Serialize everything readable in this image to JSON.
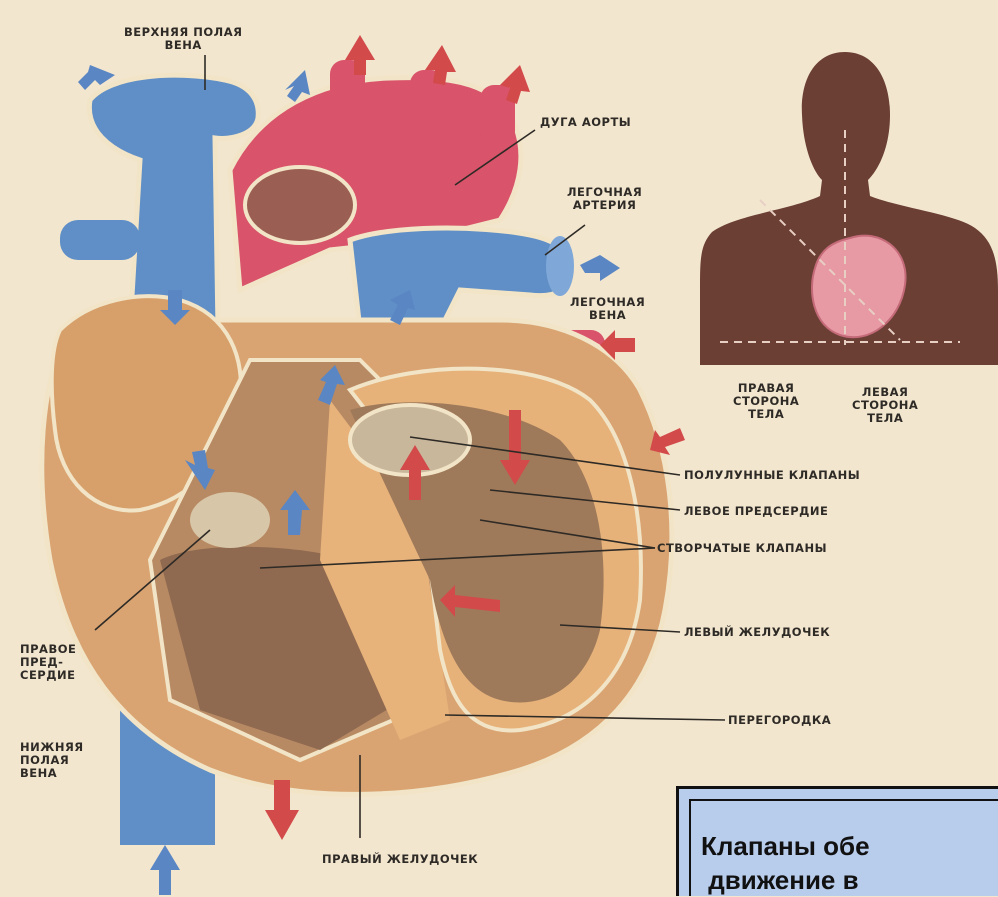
{
  "labels": {
    "svc": "ВЕРХНЯЯ ПОЛАЯ\nВЕНА",
    "aorta": "ДУГА АОРТЫ",
    "pulm_artery": "ЛЕГОЧНАЯ\nАРТЕРИЯ",
    "pulm_vein": "ЛЕГОЧНАЯ\nВЕНА",
    "right_side": "ПРАВАЯ\nСТОРОНА\nТЕЛА",
    "left_side": "ЛЕВАЯ\nСТОРОНА\nТЕЛА",
    "semilunar": "ПОЛУЛУННЫЕ КЛАПАНЫ",
    "left_atrium": "ЛЕВОЕ ПРЕДСЕРДИЕ",
    "cusp_valves": "СТВОРЧАТЫЕ КЛАПАНЫ",
    "left_ventricle": "ЛЕВЫЙ ЖЕЛУДОЧЕК",
    "septum": "ПЕРЕГОРОДКА",
    "right_atrium": "ПРАВОЕ\nПРЕД-\nСЕРДИЕ",
    "ivc": "НИЖНЯЯ\nПОЛАЯ\nВЕНА",
    "right_ventricle": "ПРАВЫЙ ЖЕЛУДОЧЕК"
  },
  "callout": {
    "text": "Клапаны обе\n движение в"
  },
  "colors": {
    "background": "#f3e6cf",
    "venous_blue": "#5f8fc6",
    "arterial_red": "#d9536a",
    "heart_wall": "#d9a472",
    "myocardium": "#e6b27a",
    "silhouette": "#6b3f34",
    "callout_fill": "#b8ccec"
  }
}
